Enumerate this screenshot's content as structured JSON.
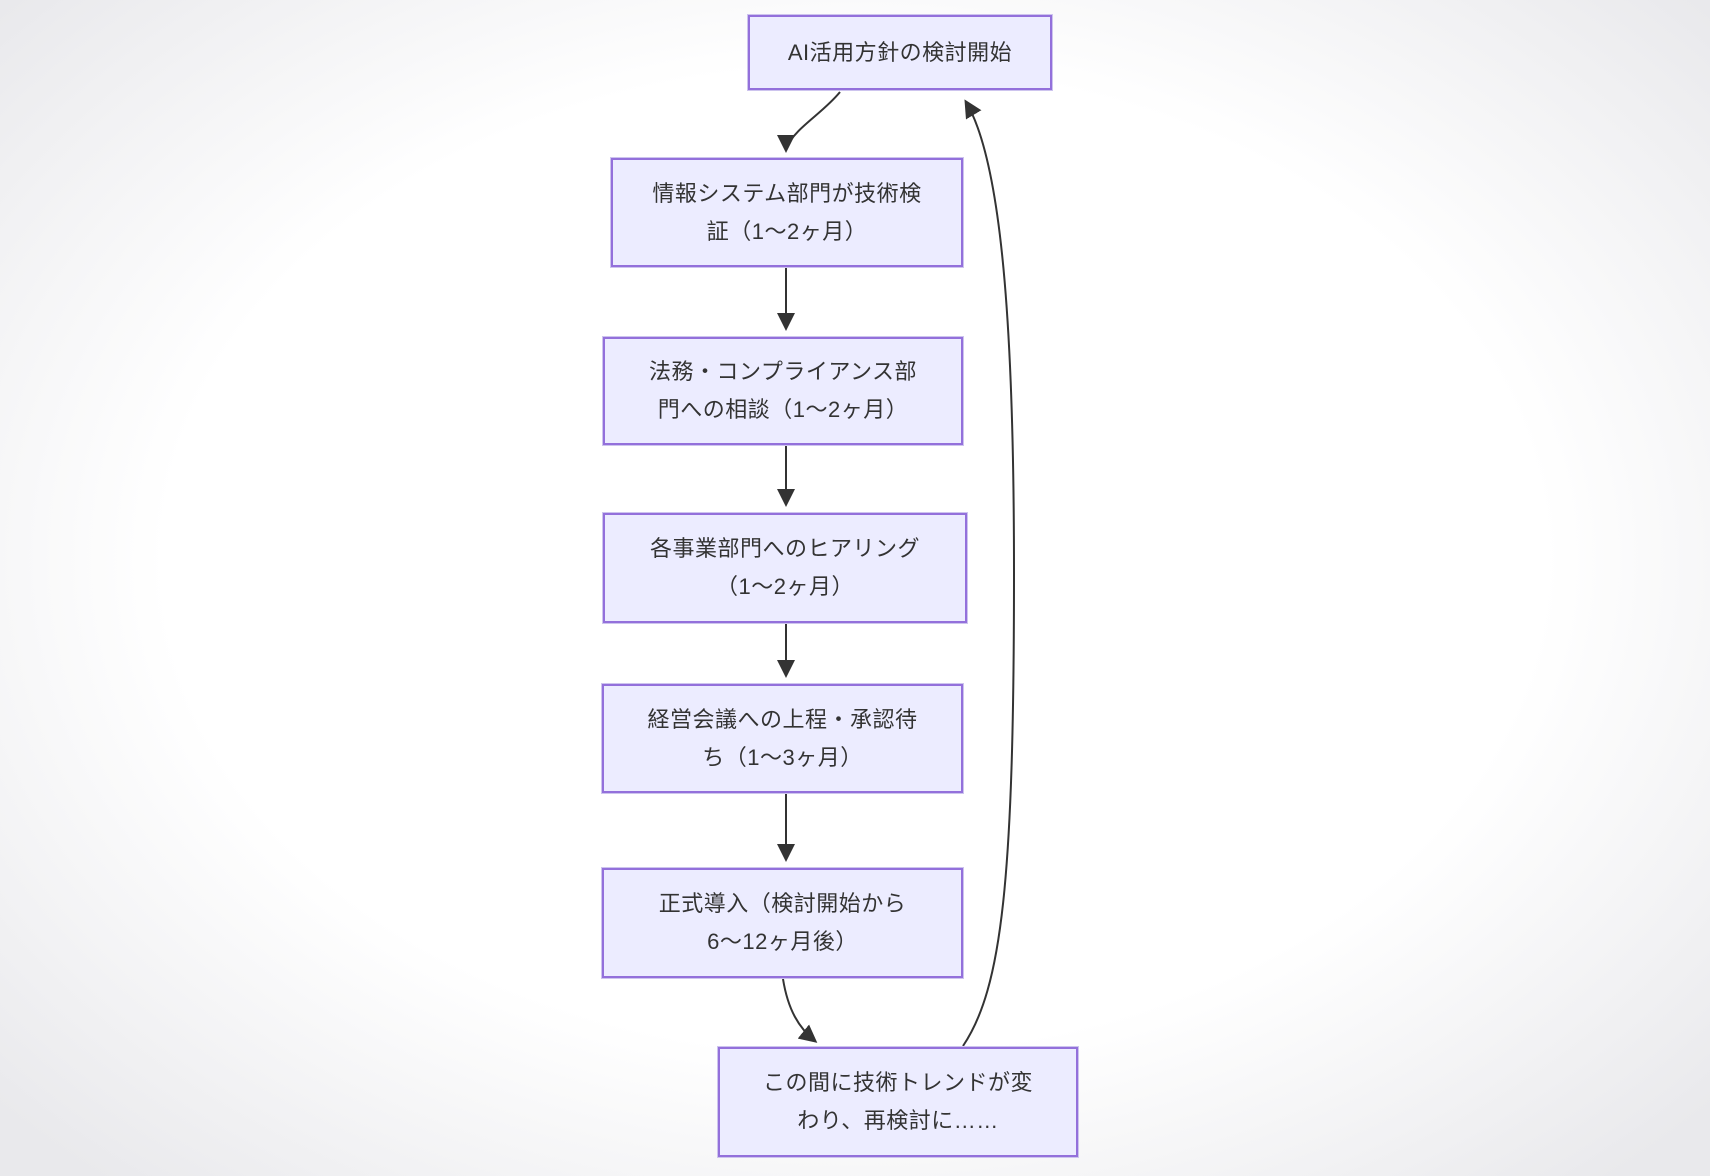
{
  "diagram": {
    "type": "flowchart",
    "direction": "top-down",
    "colors": {
      "node_fill": "#ececff",
      "node_border": "#9370db",
      "edge_stroke": "#333333",
      "text": "#333333",
      "background_center": "#ffffff",
      "background_edge": "#e9e9ec"
    },
    "nodes": [
      {
        "id": "start",
        "lines": [
          "AI活用方針の検討開始",
          ""
        ]
      },
      {
        "id": "tech-validation",
        "lines": [
          "情報システム部門が技術検",
          "証（1〜2ヶ月）"
        ]
      },
      {
        "id": "legal-compliance",
        "lines": [
          "法務・コンプライアンス部",
          "門への相談（1〜2ヶ月）"
        ]
      },
      {
        "id": "dept-hearing",
        "lines": [
          "各事業部門へのヒアリング",
          "（1〜2ヶ月）"
        ]
      },
      {
        "id": "board-approval",
        "lines": [
          "経営会議への上程・承認待",
          "ち（1〜3ヶ月）"
        ]
      },
      {
        "id": "official-launch",
        "lines": [
          "正式導入（検討開始から",
          "6〜12ヶ月後）"
        ]
      },
      {
        "id": "trend-change",
        "lines": [
          "この間に技術トレンドが変",
          "わり、再検討に……"
        ]
      }
    ],
    "edges": [
      {
        "from": "start",
        "to": "tech-validation"
      },
      {
        "from": "tech-validation",
        "to": "legal-compliance"
      },
      {
        "from": "legal-compliance",
        "to": "dept-hearing"
      },
      {
        "from": "dept-hearing",
        "to": "board-approval"
      },
      {
        "from": "board-approval",
        "to": "official-launch"
      },
      {
        "from": "official-launch",
        "to": "trend-change"
      },
      {
        "from": "trend-change",
        "to": "start"
      }
    ]
  }
}
